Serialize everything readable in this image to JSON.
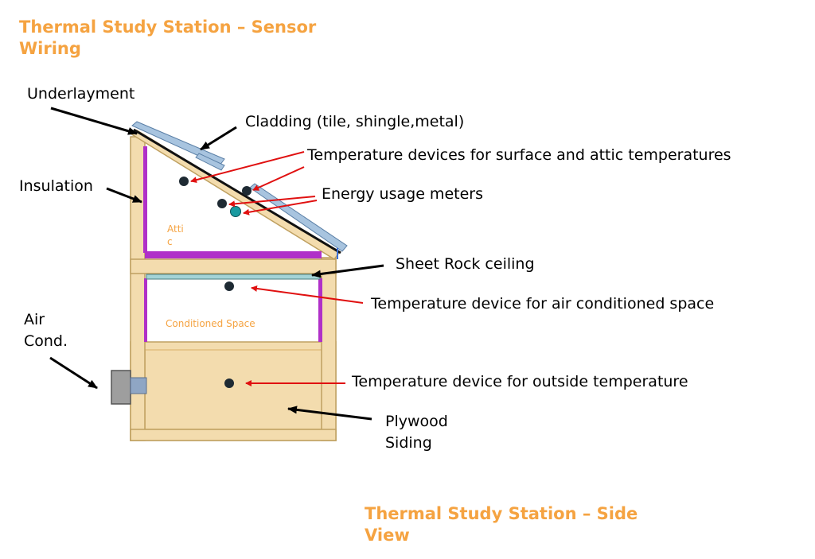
{
  "titles": {
    "top": [
      "Thermal Study Station – Sensor",
      "Wiring"
    ],
    "bottom": [
      "Thermal Study Station – Side",
      "View"
    ]
  },
  "labels": {
    "underlayment": "Underlayment",
    "cladding": "Cladding (tile, shingle,metal)",
    "temp_surface_attic": "Temperature devices for surface and attic temperatures",
    "insulation": "Insulation",
    "energy_meters": "Energy usage meters",
    "sheet_rock": "Sheet Rock ceiling",
    "temp_conditioned": "Temperature device for air conditioned space",
    "air_cond": [
      "Air",
      "Cond."
    ],
    "temp_outside": "Temperature device for outside temperature",
    "plywood_siding": [
      "Plywood",
      "Siding"
    ]
  },
  "inner_labels": {
    "attic": [
      "Atti",
      "c"
    ],
    "conditioned_space": "Conditioned Space"
  },
  "colors": {
    "title": "#f5a341",
    "wood": "#f3dcae",
    "wood_border": "#bfa060",
    "insulation": "#b030c8",
    "roof_panel": "#a8c4df",
    "ceiling": "#a3d3d6",
    "sensor": "#1e2a33",
    "meter": "#1a9aa0",
    "arrow_red": "#e01010",
    "arrow_black": "#000000",
    "ac_unit": "#9e9e9e",
    "ac_duct": "#8fa6c4"
  }
}
